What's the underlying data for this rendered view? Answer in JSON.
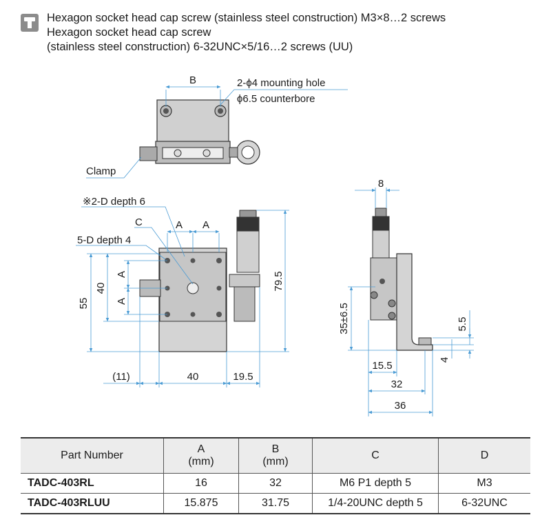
{
  "header": {
    "icon": "screw-icon",
    "lines": [
      "Hexagon socket head cap screw (stainless steel construction) M3×8…2 screws",
      "Hexagon socket head cap screw",
      "(stainless steel construction) 6-32UNC×5/16…2 screws (UU)"
    ]
  },
  "drawing": {
    "top_view": {
      "dim_b": "B",
      "callout_line1": "2-ϕ4 mounting hole",
      "callout_line2": "ϕ6.5 counterbore",
      "clamp_label": "Clamp"
    },
    "front_view": {
      "label_2d": "※2-D depth 6",
      "label_c": "C",
      "label_5d": "5-D depth 4",
      "dim_a_top_1": "A",
      "dim_a_top_2": "A",
      "dim_a_side_1": "A",
      "dim_a_side_2": "A",
      "dim_40_v": "40",
      "dim_55": "55",
      "dim_79_5": "79.5",
      "dim_11": "(11)",
      "dim_40_h": "40",
      "dim_19_5": "19.5"
    },
    "side_view": {
      "dim_8": "8",
      "dim_35": "35±6.5",
      "dim_5_5": "5.5",
      "dim_4": "4",
      "dim_15_5": "15.5",
      "dim_32": "32",
      "dim_36": "36"
    }
  },
  "table": {
    "headers": [
      {
        "line1": "Part Number",
        "line2": ""
      },
      {
        "line1": "A",
        "line2": "(mm)"
      },
      {
        "line1": "B",
        "line2": "(mm)"
      },
      {
        "line1": "C",
        "line2": ""
      },
      {
        "line1": "D",
        "line2": ""
      }
    ],
    "rows": [
      [
        "TADC-403RL",
        "16",
        "32",
        "M6 P1 depth 5",
        "M3"
      ],
      [
        "TADC-403RLUU",
        "15.875",
        "31.75",
        "1/4-20UNC depth 5",
        "6-32UNC"
      ]
    ]
  }
}
